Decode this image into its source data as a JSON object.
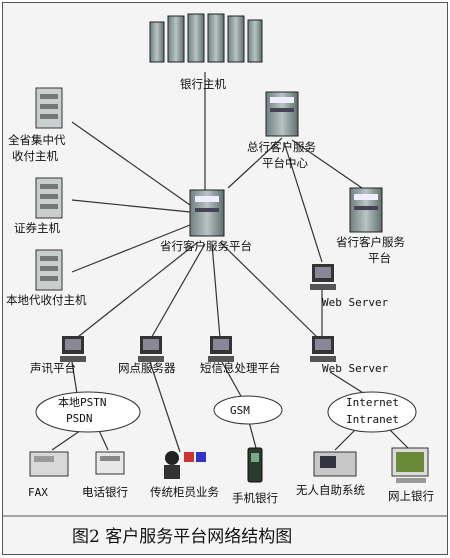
{
  "labels": {
    "bank_host": "银行主机",
    "hq_center_line1": "总行客户服务",
    "hq_center_line2": "平台中心",
    "province_host_line1": "全省集中代",
    "province_host_line2": "收付主机",
    "securities_host": "证券主机",
    "local_host": "本地代收付主机",
    "province_platform": "省行客户服务平台",
    "province_platform2_line1": "省行客户服务",
    "province_platform2_line2": "平台",
    "web_server_1": "Web Server",
    "web_server_2": "Web Server",
    "ivr_platform": "声讯平台",
    "outlet_server": "网点服务器",
    "sms_platform": "短信息处理平台",
    "pstn": "本地PSTN",
    "psdn": "PSDN",
    "gsm": "GSM",
    "internet": "Internet",
    "intranet": "Intranet",
    "fax": "FAX",
    "phone_bank": "电话银行",
    "counter": "传统柜员业务",
    "mobile_bank": "手机银行",
    "self_service": "无人自助系统",
    "online_bank": "网上银行"
  },
  "caption": "图2  客户服务平台网络结构图",
  "colors": {
    "frame": "#555555",
    "line": "#333333",
    "server": "#8a9a9a"
  }
}
